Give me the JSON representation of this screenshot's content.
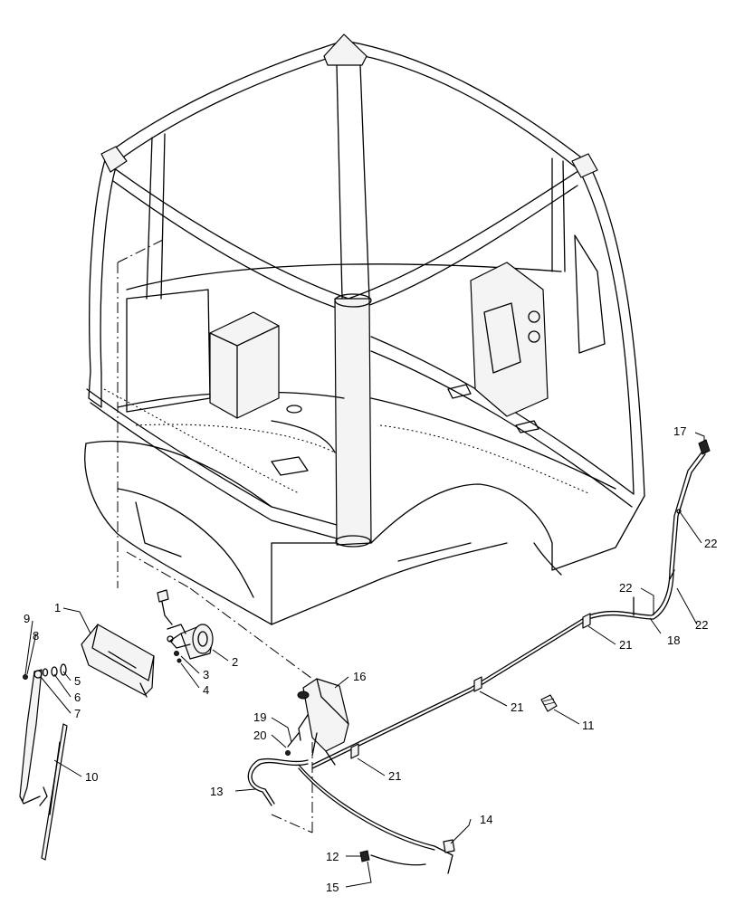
{
  "callouts": [
    {
      "id": "c1",
      "label": "1"
    },
    {
      "id": "c2",
      "label": "2"
    },
    {
      "id": "c3",
      "label": "3"
    },
    {
      "id": "c4",
      "label": "4"
    },
    {
      "id": "c5",
      "label": "5"
    },
    {
      "id": "c6",
      "label": "6"
    },
    {
      "id": "c7",
      "label": "7"
    },
    {
      "id": "c8",
      "label": "8"
    },
    {
      "id": "c9",
      "label": "9"
    },
    {
      "id": "c10",
      "label": "10"
    },
    {
      "id": "c11",
      "label": "11"
    },
    {
      "id": "c12",
      "label": "12"
    },
    {
      "id": "c13",
      "label": "13"
    },
    {
      "id": "c14",
      "label": "14"
    },
    {
      "id": "c15",
      "label": "15"
    },
    {
      "id": "c16",
      "label": "16"
    },
    {
      "id": "c17",
      "label": "17"
    },
    {
      "id": "c18",
      "label": "18"
    },
    {
      "id": "c19",
      "label": "19"
    },
    {
      "id": "c20",
      "label": "20"
    },
    {
      "id": "c21a",
      "label": "21"
    },
    {
      "id": "c21b",
      "label": "21"
    },
    {
      "id": "c21c",
      "label": "21"
    },
    {
      "id": "c22a",
      "label": "22"
    },
    {
      "id": "c22b",
      "label": "22"
    },
    {
      "id": "c22c",
      "label": "22"
    }
  ]
}
